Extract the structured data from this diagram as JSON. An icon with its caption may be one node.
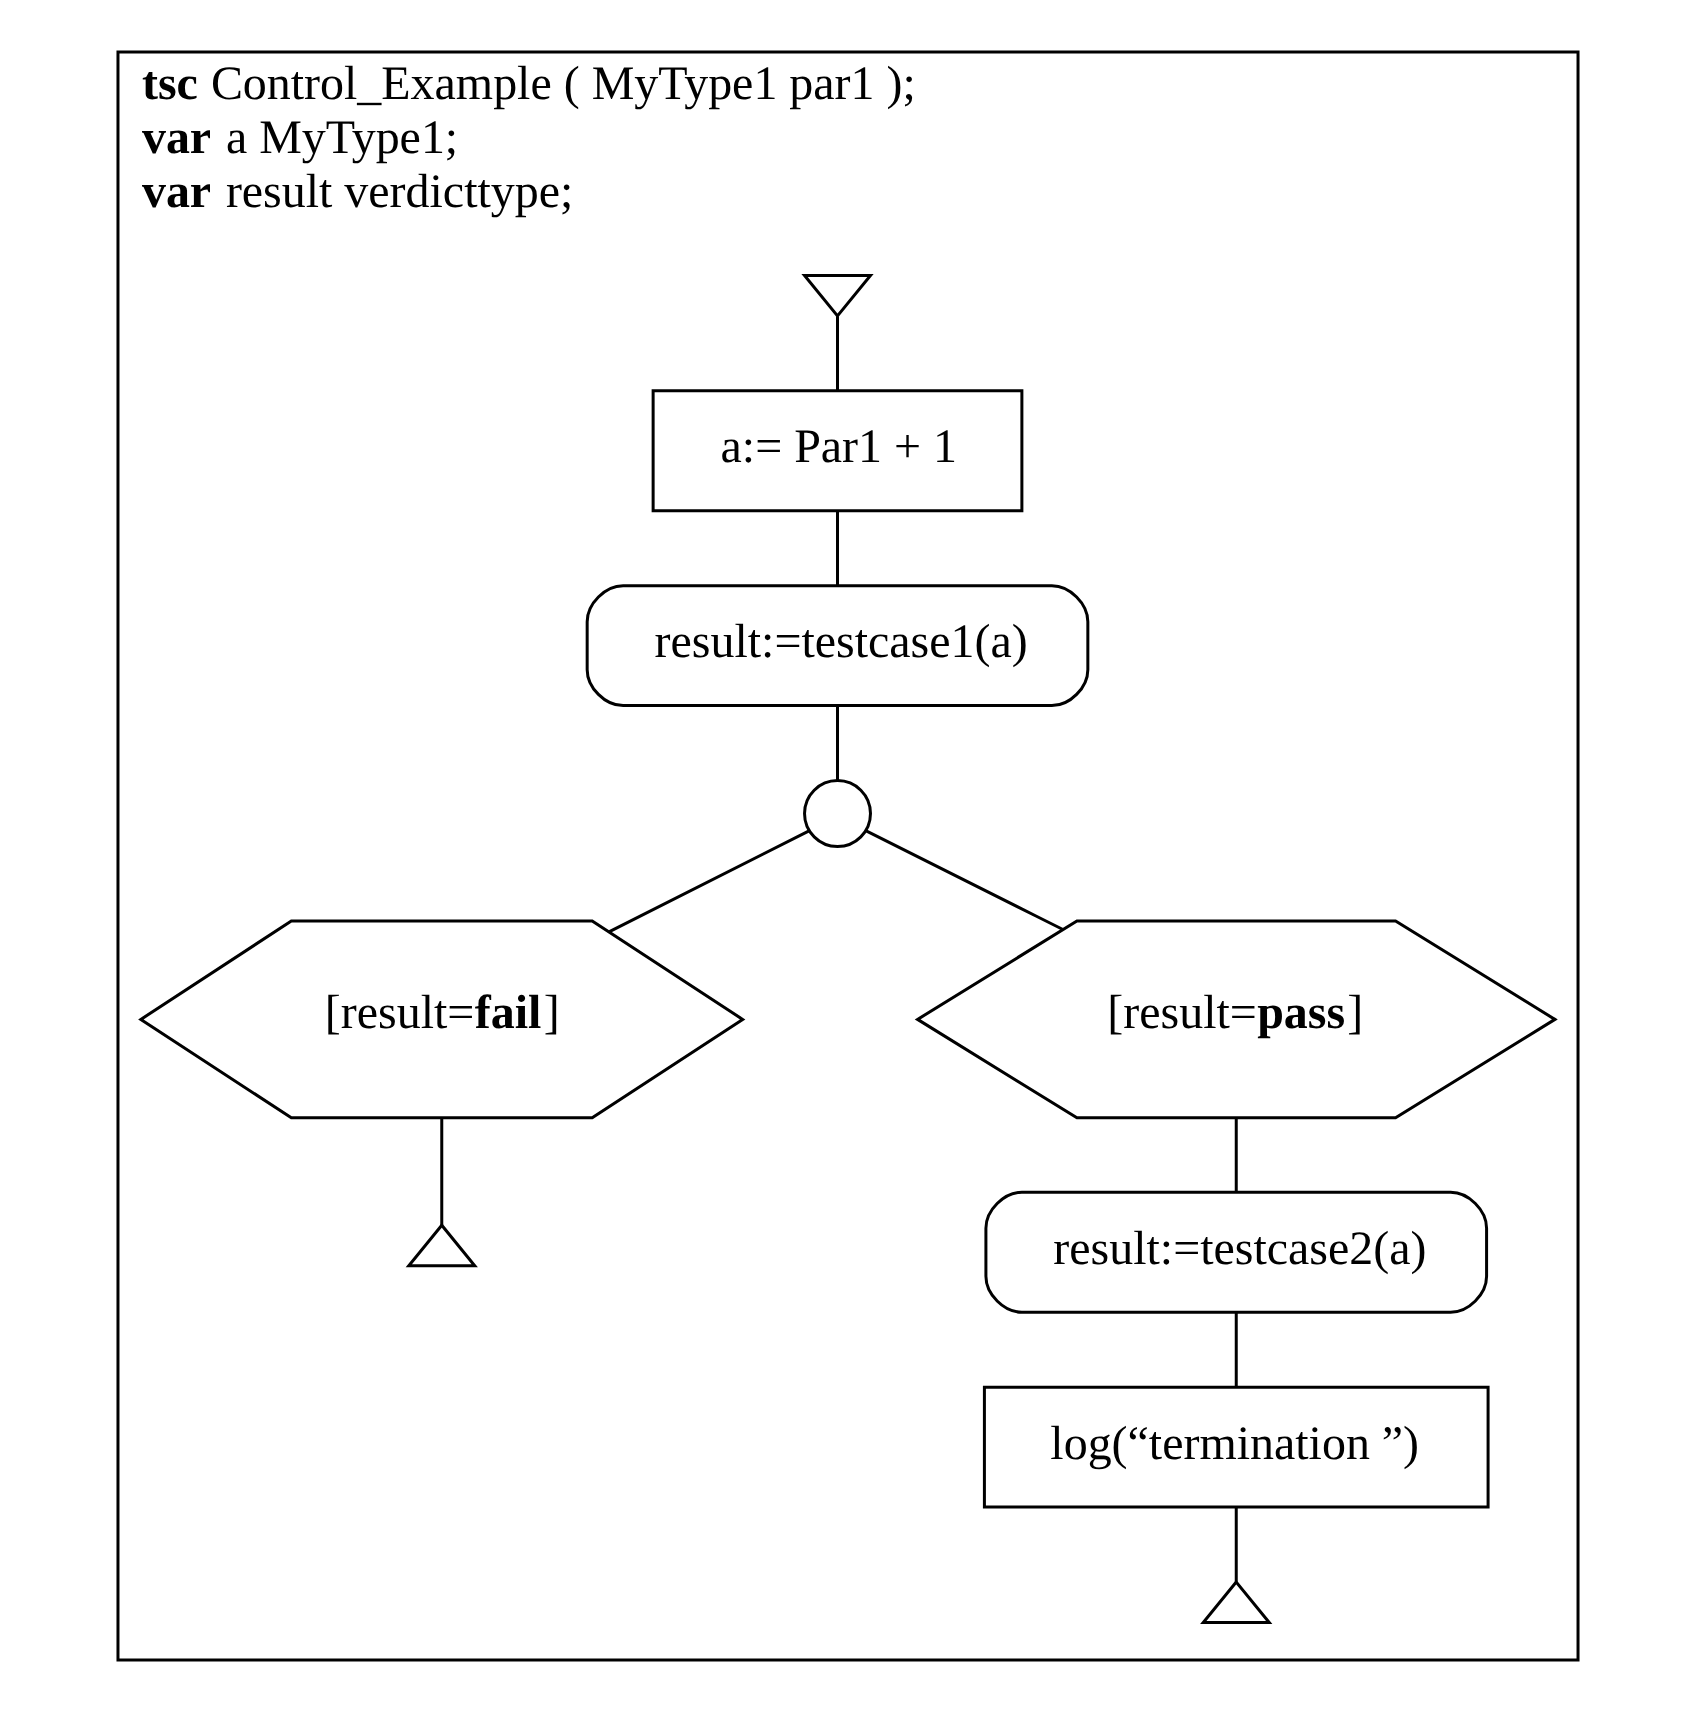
{
  "diagram": {
    "nodes": [
      {
        "text": [
          "**tsc** Control_Example ( MyType1 par1 );",
          "**var** a MyType1;",
          "**var** result verdicttype;"
        ]
      },
      {
        "text": [],
        "shape": "triangle",
        "in": 0
      },
      {
        "text": [
          "a:= Par1 + 1"
        ],
        "in": 0
      },
      {
        "text": [
          "result:=testcase1(a)"
        ],
        "in": 0
      },
      {
        "text": [],
        "shape": "circle",
        "in": 0
      },
      {
        "text": [
          "[result=**fail**]"
        ],
        "in": 0
      },
      {
        "text": [
          "[result=**pass**]"
        ],
        "in": 0
      },
      {
        "text": [],
        "shape": "triangle",
        "in": 0
      },
      {
        "text": [
          "result:=testcase2(a)"
        ],
        "in": 0
      },
      {
        "text": [
          "log(“termination ”)"
        ],
        "in": 0
      },
      {
        "text": [],
        "shape": "triangle",
        "in": 0
      }
    ],
    "edges": [
      {
        "from": 1,
        "to": 2,
        "arrow": "none"
      },
      {
        "from": 2,
        "to": 3,
        "arrow": "none"
      },
      {
        "from": 3,
        "to": 4,
        "arrow": "none"
      },
      {
        "from": 4,
        "to": 5,
        "arrow": "none"
      },
      {
        "from": 4,
        "to": 6,
        "arrow": "none"
      },
      {
        "from": 5,
        "to": 7,
        "arrow": "none"
      },
      {
        "from": 6,
        "to": 8,
        "arrow": "none"
      },
      {
        "from": 8,
        "to": 9,
        "arrow": "none"
      },
      {
        "from": 9,
        "to": 10,
        "arrow": "none"
      }
    ]
  }
}
